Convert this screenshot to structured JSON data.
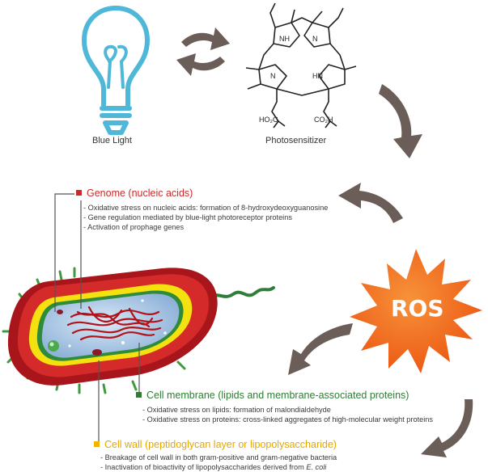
{
  "labels": {
    "blue_light": "Blue Light",
    "photosensitizer": "Photosensitizer",
    "ros": "ROS"
  },
  "molecule": {
    "nh_top": "NH",
    "hn_bottom": "HN",
    "n_left": "N",
    "n_right": "N",
    "acid_left": "HO₂C",
    "acid_right": "CO₂H"
  },
  "genome": {
    "title": "Genome (nucleic acids)",
    "color": "#cc2a2a",
    "bullets": [
      "- Oxidative stress on nucleic acids: formation of 8-hydroxydeoxyguanosine",
      "- Gene regulation mediated by blue-light photoreceptor proteins",
      "- Activation of prophage genes"
    ]
  },
  "membrane": {
    "title": "Cell membrane (lipids and membrane-associated proteins)",
    "color": "#2e7d32",
    "bullets": [
      "- Oxidative stress on lipids: formation of malondialdehyde",
      "- Oxidative stress on proteins: cross-linked aggregates of high-molecular weight proteins"
    ]
  },
  "wall": {
    "title": "Cell wall (peptidoglycan layer or lipopolysaccharide)",
    "color": "#f0b400",
    "bullets": [
      "- Breakage of cell wall in both gram-positive and gram-negative bacteria",
      "- Inactivation of bioactivity of lipopolysaccharides derived from "
    ],
    "bullet_italic": "E. coli"
  },
  "colors": {
    "bulb": "#4fb8d8",
    "arrow": "#6b5d57",
    "ros_fill": "#f26b1d",
    "cell_outer": "#a8161c",
    "cell_red": "#d42a2a",
    "cell_yellow": "#f5e010",
    "cell_green": "#2e8b3a",
    "cytoplasm": "#a9c7e6",
    "dna": "#b0141a",
    "flagellum": "#2f7d3a"
  }
}
